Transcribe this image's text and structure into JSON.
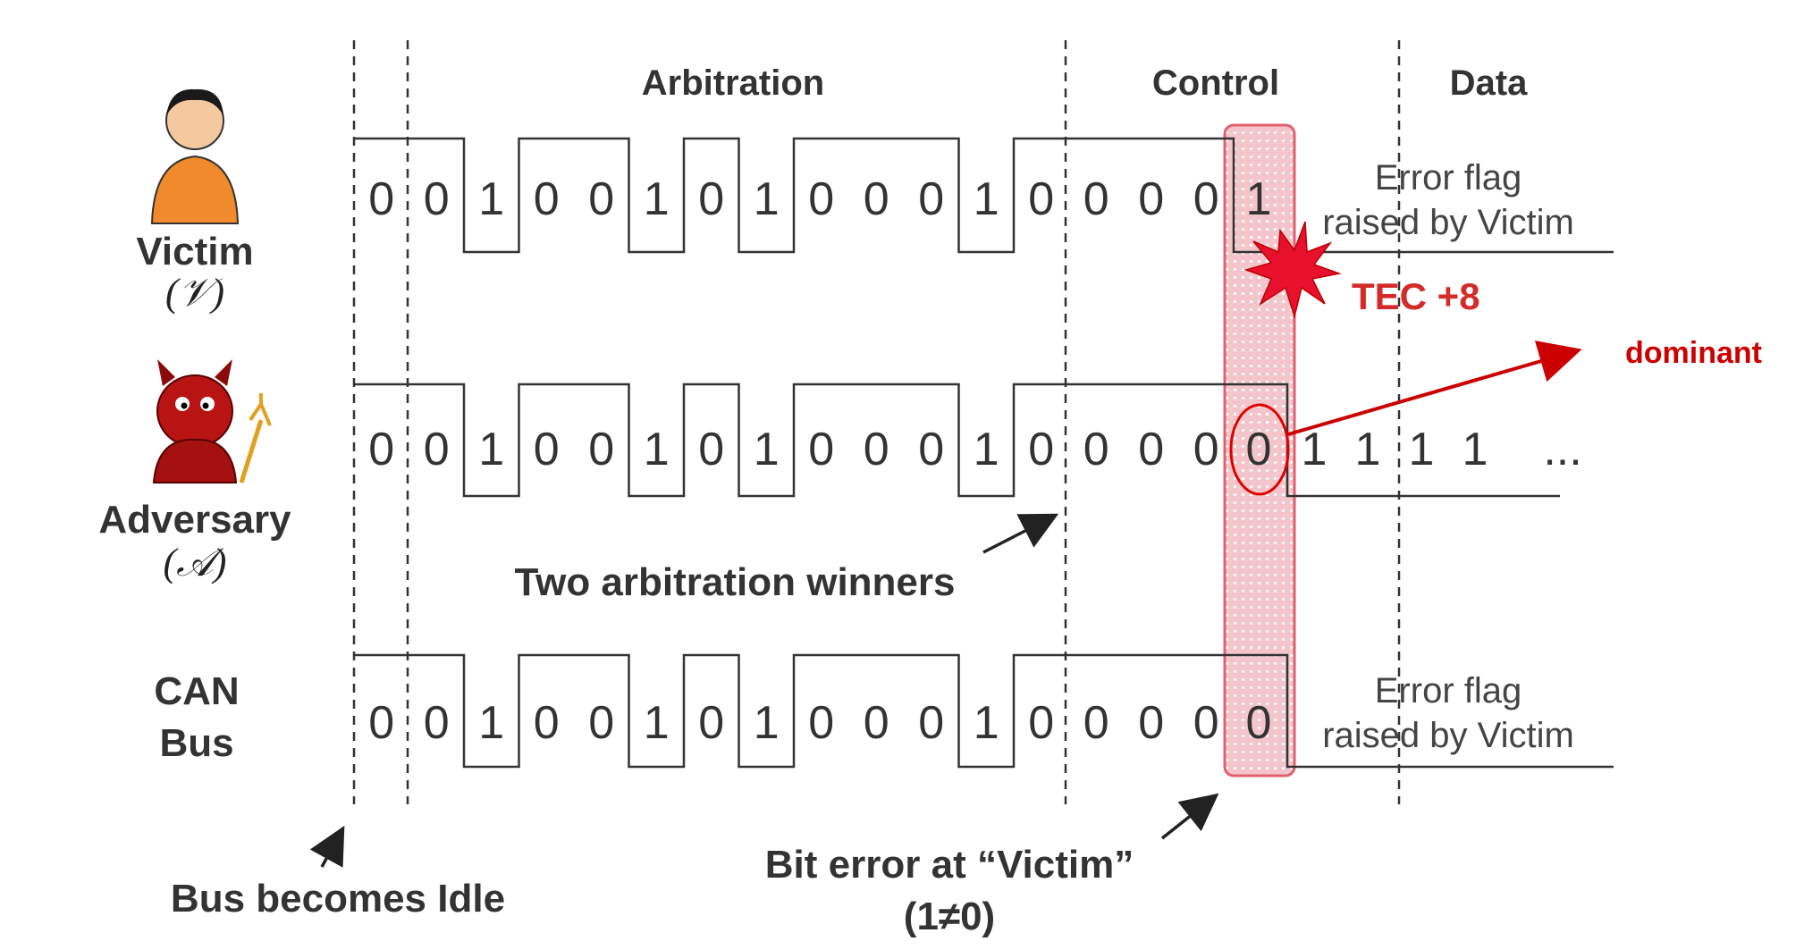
{
  "segments": {
    "arbitration": "Arbitration",
    "control": "Control",
    "data": "Data"
  },
  "rows": {
    "victim": {
      "label": "Victim",
      "symbol": "(𝒱)"
    },
    "adversary": {
      "label": "Adversary",
      "symbol": "(𝒜)"
    },
    "bus": {
      "label_line1": "CAN",
      "label_line2": "Bus"
    }
  },
  "frame_bits": [
    "0",
    "0",
    "1",
    "0",
    "0",
    "1",
    "0",
    "1",
    "0",
    "0",
    "0",
    "1",
    "0",
    "0",
    "0",
    "0"
  ],
  "victim_error_bit": "1",
  "adversary_error_bit": "0",
  "bus_error_bit": "0",
  "adversary_tail_bits": [
    "1",
    "1",
    "1",
    "1"
  ],
  "adversary_tail_ellipsis": "...",
  "error_flag": {
    "line1": "Error flag",
    "line2": "raised by Victim"
  },
  "tec": "TEC +8",
  "dominant": "dominant",
  "annotations": {
    "two_winners": "Two arbitration winners",
    "bit_error_line1": "Bit error at “Victim”",
    "bit_error_line2": "(1≠0)",
    "bus_idle": "Bus becomes Idle"
  },
  "colors": {
    "accent_red": "#cc0000",
    "highlight_fill": "#f3c2c8",
    "line": "#333333"
  }
}
